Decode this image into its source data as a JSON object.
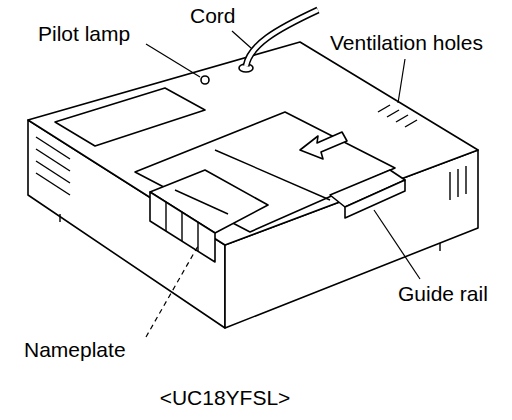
{
  "diagram": {
    "caption": "<UC18YFSL>",
    "labels": [
      "Pilot lamp",
      "Cord",
      "Ventilation holes",
      "Guide rail",
      "Nameplate"
    ]
  }
}
